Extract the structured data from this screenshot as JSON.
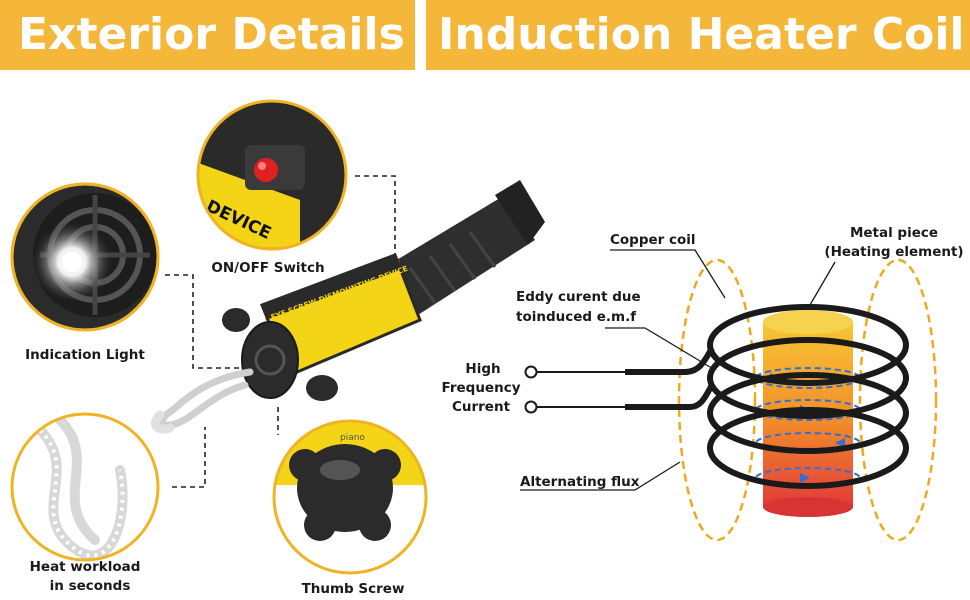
{
  "banners": {
    "left": "Exterior Details",
    "right": "Induction Heater Coil"
  },
  "exterior": {
    "indication_light": "Indication Light",
    "on_off_switch": "ON/OFF Switch",
    "heat_workload": [
      "Heat workload",
      "in seconds"
    ],
    "thumb_screw": "Thumb Screw",
    "device_text": "EYE SCREW DISMOUNTING DEVICE",
    "device_text_partial": "DEVICE",
    "cap_text": "piano"
  },
  "coil": {
    "copper_coil": "Copper coil",
    "metal_piece": [
      "Metal piece",
      "(Heating element)"
    ],
    "eddy_current": [
      "Eddy curent due",
      "toinduced e.m.f"
    ],
    "high_frequency": [
      "High",
      "Frequency",
      "Current"
    ],
    "alternating_flux": "Alternating flux"
  },
  "colors": {
    "banner": "#f4b73a",
    "circle_border": "#f0b323",
    "device_yellow": "#f3d417",
    "flux_orange": "#f0a81c",
    "flux_blue": "#2f6fd6",
    "metal_top": "#f6c233",
    "metal_bottom": "#e23a3a"
  }
}
